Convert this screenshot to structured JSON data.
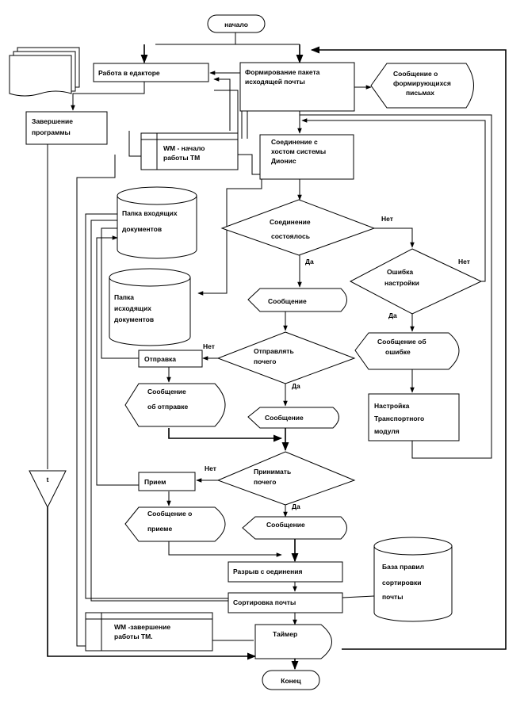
{
  "nodes": {
    "start": "начало",
    "editor": "Работа в едакторе",
    "exit_l1": "Завершение",
    "exit_l2": "программы",
    "form_l1": "Формирование пакета",
    "form_l2": "исходящей почты",
    "msg_forming_l1": "Сообщение о",
    "msg_forming_l2": "формирующихся",
    "msg_forming_l3": "письмах",
    "wm_start_l1": "WM - начало",
    "wm_start_l2": "работы ТМ",
    "connect_l1": "Соединение с",
    "connect_l2": "хостом системы",
    "connect_l3": "Дионис",
    "inbox_l1": "Папка входящих",
    "inbox_l2": "документов",
    "outbox_l1": "Папка",
    "outbox_l2": "исходящих",
    "outbox_l3": "документов",
    "conn_ok_l1": "Соединение",
    "conn_ok_l2": "состоялось",
    "setup_err_l1": "Ошибка",
    "setup_err_l2": "настройки",
    "msg1": "Сообщение",
    "msg_err_l1": "Сообщение об",
    "msg_err_l2": "ошибке",
    "send_q_l1": "Отправлять",
    "send_q_l2": "почего",
    "send": "Отправка",
    "msg_send_l1": "Сообщение",
    "msg_send_l2": "об отправке",
    "msg2": "Сообщение",
    "transport_l1": "Настройка",
    "transport_l2": "Транспортного",
    "transport_l3": "модуля",
    "recv_q_l1": "Принимать",
    "recv_q_l2": "почего",
    "recv": "Прием",
    "msg_recv_l1": "Сообщение о",
    "msg_recv_l2": "приеме",
    "msg3": "Сообщение",
    "disconnect": "Разрыв с оединения",
    "rules_l1": "База правил",
    "rules_l2": "сортировки",
    "rules_l3": "почты",
    "sort": "Сортировка почты",
    "wm_end_l1": "WM -завершение",
    "wm_end_l2": "работы ТМ.",
    "timer": "Таймер",
    "end": "Конец",
    "t_label": "t"
  },
  "labels": {
    "no": "Нет",
    "yes": "Да"
  }
}
